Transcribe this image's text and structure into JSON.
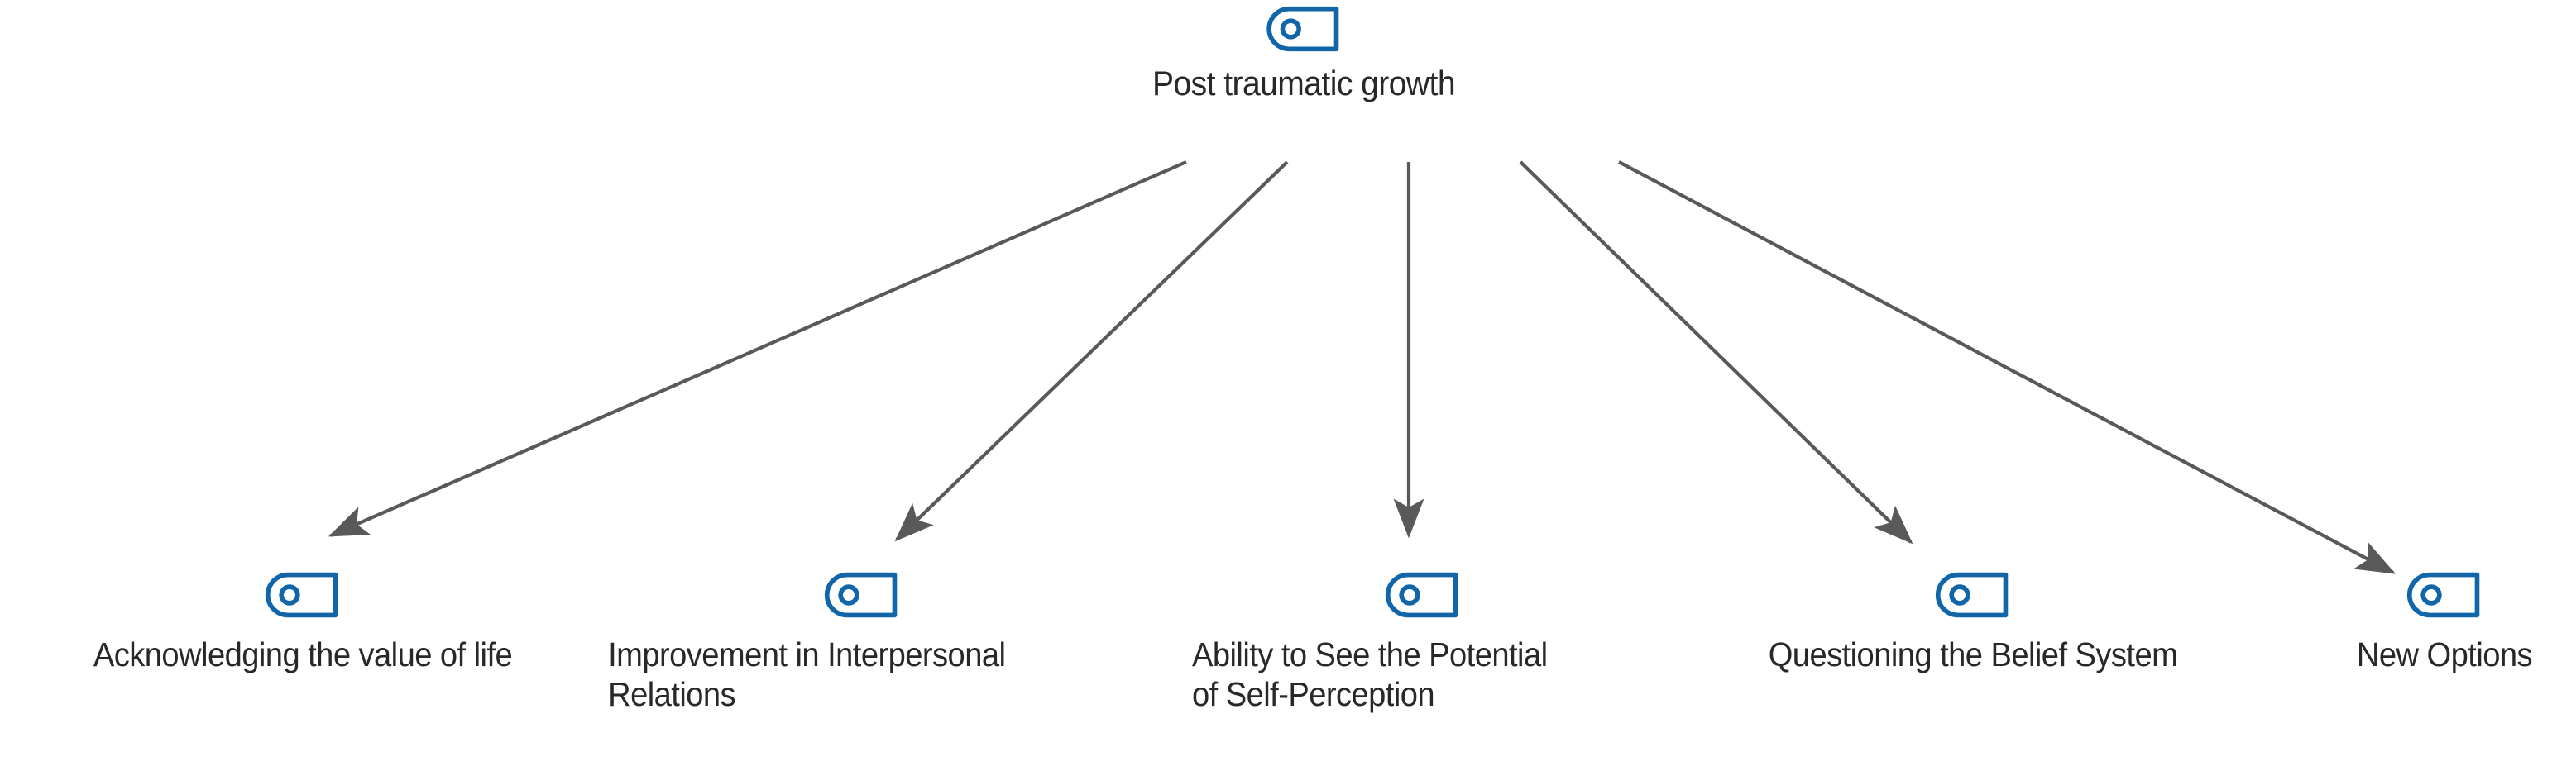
{
  "diagram": {
    "type": "hierarchy-tree",
    "title": "Post traumatic growth",
    "icon_name": "tag-icon",
    "colors": {
      "icon_stroke": "#1066A8",
      "arrow": "#595959",
      "text": "#26282a",
      "background": "#ffffff"
    },
    "root": {
      "label": "Post traumatic growth",
      "icon": "tag-icon"
    },
    "children": [
      {
        "id": "acknowledging-value-of-life",
        "label": "Acknowledging the value of life",
        "icon": "tag-icon"
      },
      {
        "id": "improvement-interpersonal-relations",
        "label": "Improvement in Interpersonal\nRelations",
        "icon": "tag-icon"
      },
      {
        "id": "ability-see-potential-self-perception",
        "label": "Ability to See the Potential\nof Self-Perception",
        "icon": "tag-icon"
      },
      {
        "id": "questioning-belief-system",
        "label": "Questioning the Belief System",
        "icon": "tag-icon"
      },
      {
        "id": "new-options",
        "label": "New Options",
        "icon": "tag-icon"
      }
    ],
    "connectors": [
      {
        "from": "root",
        "to": "acknowledging-value-of-life",
        "style": "arrow"
      },
      {
        "from": "root",
        "to": "improvement-interpersonal-relations",
        "style": "arrow"
      },
      {
        "from": "root",
        "to": "ability-see-potential-self-perception",
        "style": "arrow"
      },
      {
        "from": "root",
        "to": "questioning-belief-system",
        "style": "arrow"
      },
      {
        "from": "root",
        "to": "new-options",
        "style": "arrow"
      }
    ]
  }
}
